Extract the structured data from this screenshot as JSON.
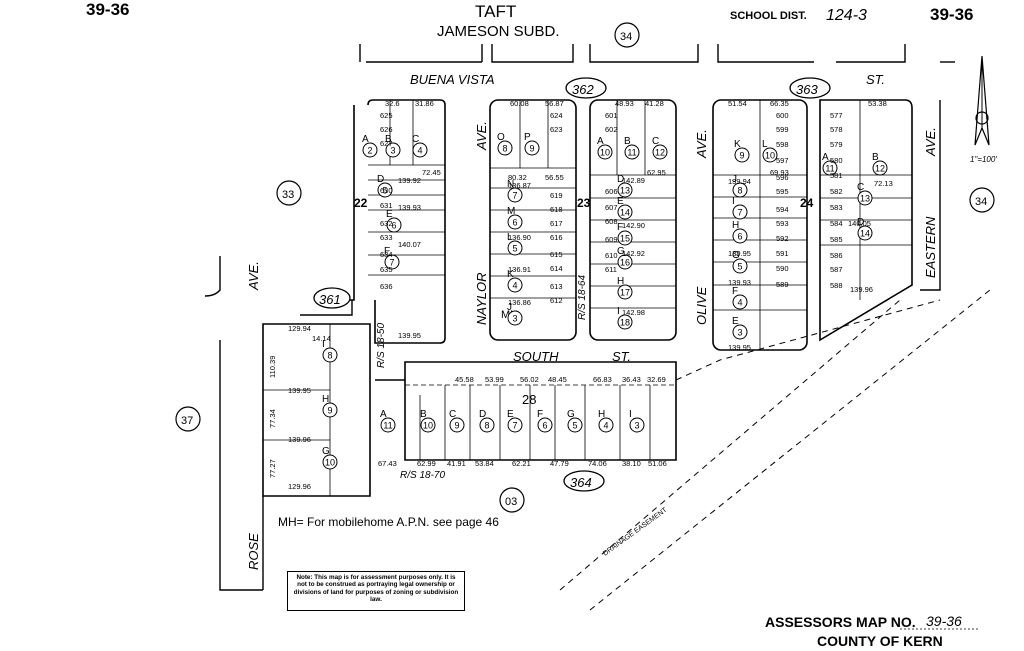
{
  "header": {
    "page_left": "39-36",
    "page_right": "39-36",
    "city": "TAFT",
    "subdivision": "JAMESON SUBD.",
    "school_dist_label": "SCHOOL DIST.",
    "school_dist_value": "124-3",
    "sheet_ref_top": "34"
  },
  "streets": {
    "buena_vista": "BUENA VISTA",
    "buena_vista_st": "ST.",
    "south": "SOUTH",
    "south_st": "ST.",
    "naylor": "NAYLOR",
    "naylor_ave": "AVE.",
    "olive": "OLIVE",
    "olive_ave": "AVE.",
    "eastern": "EASTERN",
    "eastern_ave": "AVE.",
    "rose": "ROSE",
    "rose_ave": "AVE.",
    "drainage": "DRAINAGE EASEMENT"
  },
  "blocks": {
    "b361": "361",
    "b362": "362",
    "b363": "363",
    "b364": "364",
    "block28": "28",
    "ref33": "33",
    "ref37": "37",
    "ref34": "34",
    "ref03": "03",
    "lot22a": "22",
    "lot23": "23",
    "lot24": "24",
    "mh": "MH"
  },
  "recorded_surveys": {
    "rs1": "R/S",
    "rs1_value": "18-50",
    "rs2": "R/S",
    "rs2_value": "18-64",
    "rs3": "R/S",
    "rs3_value": "18-70"
  },
  "parcels_361_block": [
    {
      "letter": "A",
      "num": "2"
    },
    {
      "letter": "B",
      "num": "3"
    },
    {
      "letter": "C",
      "num": "4"
    },
    {
      "letter": "D",
      "num": "5"
    },
    {
      "letter": "E",
      "num": "6"
    },
    {
      "letter": "F",
      "num": "7"
    }
  ],
  "parcels_361_lower": [
    {
      "letter": "I",
      "num": "8"
    },
    {
      "letter": "H",
      "num": "9"
    },
    {
      "letter": "G",
      "num": "10"
    }
  ],
  "parcels_362_left": [
    {
      "letter": "O",
      "num": "8"
    },
    {
      "letter": "P",
      "num": "9"
    },
    {
      "letter": "N",
      "num": "7"
    },
    {
      "letter": "M",
      "num": "6"
    },
    {
      "letter": "L",
      "num": "5"
    },
    {
      "letter": "K",
      "num": "4"
    },
    {
      "letter": "J",
      "num": "3"
    }
  ],
  "parcels_362_right": [
    {
      "letter": "A",
      "num": "10"
    },
    {
      "letter": "B",
      "num": "11"
    },
    {
      "letter": "C",
      "num": "12"
    },
    {
      "letter": "D",
      "num": "13"
    },
    {
      "letter": "E",
      "num": "14"
    },
    {
      "letter": "F",
      "num": "15"
    },
    {
      "letter": "G",
      "num": "16"
    },
    {
      "letter": "H",
      "num": "17"
    },
    {
      "letter": "I",
      "num": "18"
    }
  ],
  "parcels_363_left": [
    {
      "letter": "K",
      "num": "9"
    },
    {
      "letter": "L",
      "num": "10"
    },
    {
      "letter": "J",
      "num": "8"
    },
    {
      "letter": "I",
      "num": "7"
    },
    {
      "letter": "H",
      "num": "6"
    },
    {
      "letter": "G",
      "num": "5"
    },
    {
      "letter": "F",
      "num": "4"
    },
    {
      "letter": "E",
      "num": "3"
    }
  ],
  "parcels_363_right": [
    {
      "letter": "A",
      "num": "11"
    },
    {
      "letter": "B",
      "num": "12"
    },
    {
      "letter": "C",
      "num": "13"
    },
    {
      "letter": "D",
      "num": "14"
    }
  ],
  "parcels_364": [
    {
      "letter": "A",
      "num": "11"
    },
    {
      "letter": "B",
      "num": "10"
    },
    {
      "letter": "C",
      "num": "9"
    },
    {
      "letter": "D",
      "num": "8"
    },
    {
      "letter": "E",
      "num": "7"
    },
    {
      "letter": "F",
      "num": "6"
    },
    {
      "letter": "G",
      "num": "5"
    },
    {
      "letter": "H",
      "num": "4"
    },
    {
      "letter": "I",
      "num": "3"
    }
  ],
  "dimensions": {
    "d1": "129.94",
    "d2": "139.95",
    "d3": "139.96",
    "d4": "129.96",
    "d5": "110.39",
    "d6": "77.34",
    "d7": "77.27",
    "d8": "14.14",
    "d9": "45.58",
    "d10": "53.99",
    "d11": "56.02",
    "d12": "48.45",
    "d13": "66.83",
    "d14": "36.43",
    "d15": "32.69",
    "d16": "67.43",
    "d17": "62.99",
    "d18": "41.91",
    "d19": "53.84",
    "d20": "62.21",
    "d21": "47.79",
    "d22": "74.06",
    "d23": "38.10",
    "d24": "51.06",
    "d25": "139.92",
    "d26": "139.93",
    "d27": "140.07",
    "d28": "139.95",
    "d29": "60.08",
    "d30": "56.87",
    "d31": "80.32",
    "d32": "136.87",
    "d33": "136.90",
    "d34": "136.91",
    "d35": "136.86",
    "d36": "56.55",
    "d37": "142.89",
    "d38": "142.90",
    "d39": "142.92",
    "d40": "142.98",
    "d41": "62.95",
    "d42": "139.94",
    "d43": "139.95",
    "d44": "139.93",
    "d45": "139.95",
    "d46": "140.05",
    "d47": "139.96",
    "d48": "51.54",
    "d49": "66.35",
    "d50": "53.38",
    "d51": "72.13",
    "d52": "69.93",
    "d53": "32.6",
    "d54": "31.86",
    "d55": "72.45",
    "d56": "48.93",
    "d57": "41.28"
  },
  "apn": {
    "a625": "625",
    "a626": "626",
    "a630": "630",
    "a631": "631",
    "a632": "632",
    "a633": "633",
    "a634": "634",
    "a635": "635",
    "a636": "636",
    "a627": "627",
    "a624": "624",
    "a623": "623",
    "a619": "619",
    "a618": "618",
    "a617": "617",
    "a616": "616",
    "a615": "615",
    "a614": "614",
    "a613": "613",
    "a612": "612",
    "a601": "601",
    "a602": "602",
    "a606": "606",
    "a607": "607",
    "a608": "608",
    "a609": "609",
    "a610": "610",
    "a611": "611",
    "a600": "600",
    "a599": "599",
    "a598": "598",
    "a597": "597",
    "a596": "596",
    "a595": "595",
    "a594": "594",
    "a593": "593",
    "a592": "592",
    "a591": "591",
    "a590": "590",
    "a589": "589",
    "a577": "577",
    "a578": "578",
    "a579": "579",
    "a580": "580",
    "a581": "581",
    "a582": "582",
    "a583": "583",
    "a584": "584",
    "a585": "585",
    "a586": "586",
    "a587": "587",
    "a588": "588"
  },
  "scale_note": "1\"=100'",
  "legend_mh": "MH= For mobilehome A.P.N. see page 46",
  "notice": "Note: This map is for assessment purposes only. It is not to be construed as portraying legal ownership or divisions of land for purposes of zoning or subdivision law.",
  "footer": {
    "map_no_label": "ASSESSORS MAP NO.",
    "map_no_value": "39-36",
    "county": "COUNTY OF KERN"
  }
}
